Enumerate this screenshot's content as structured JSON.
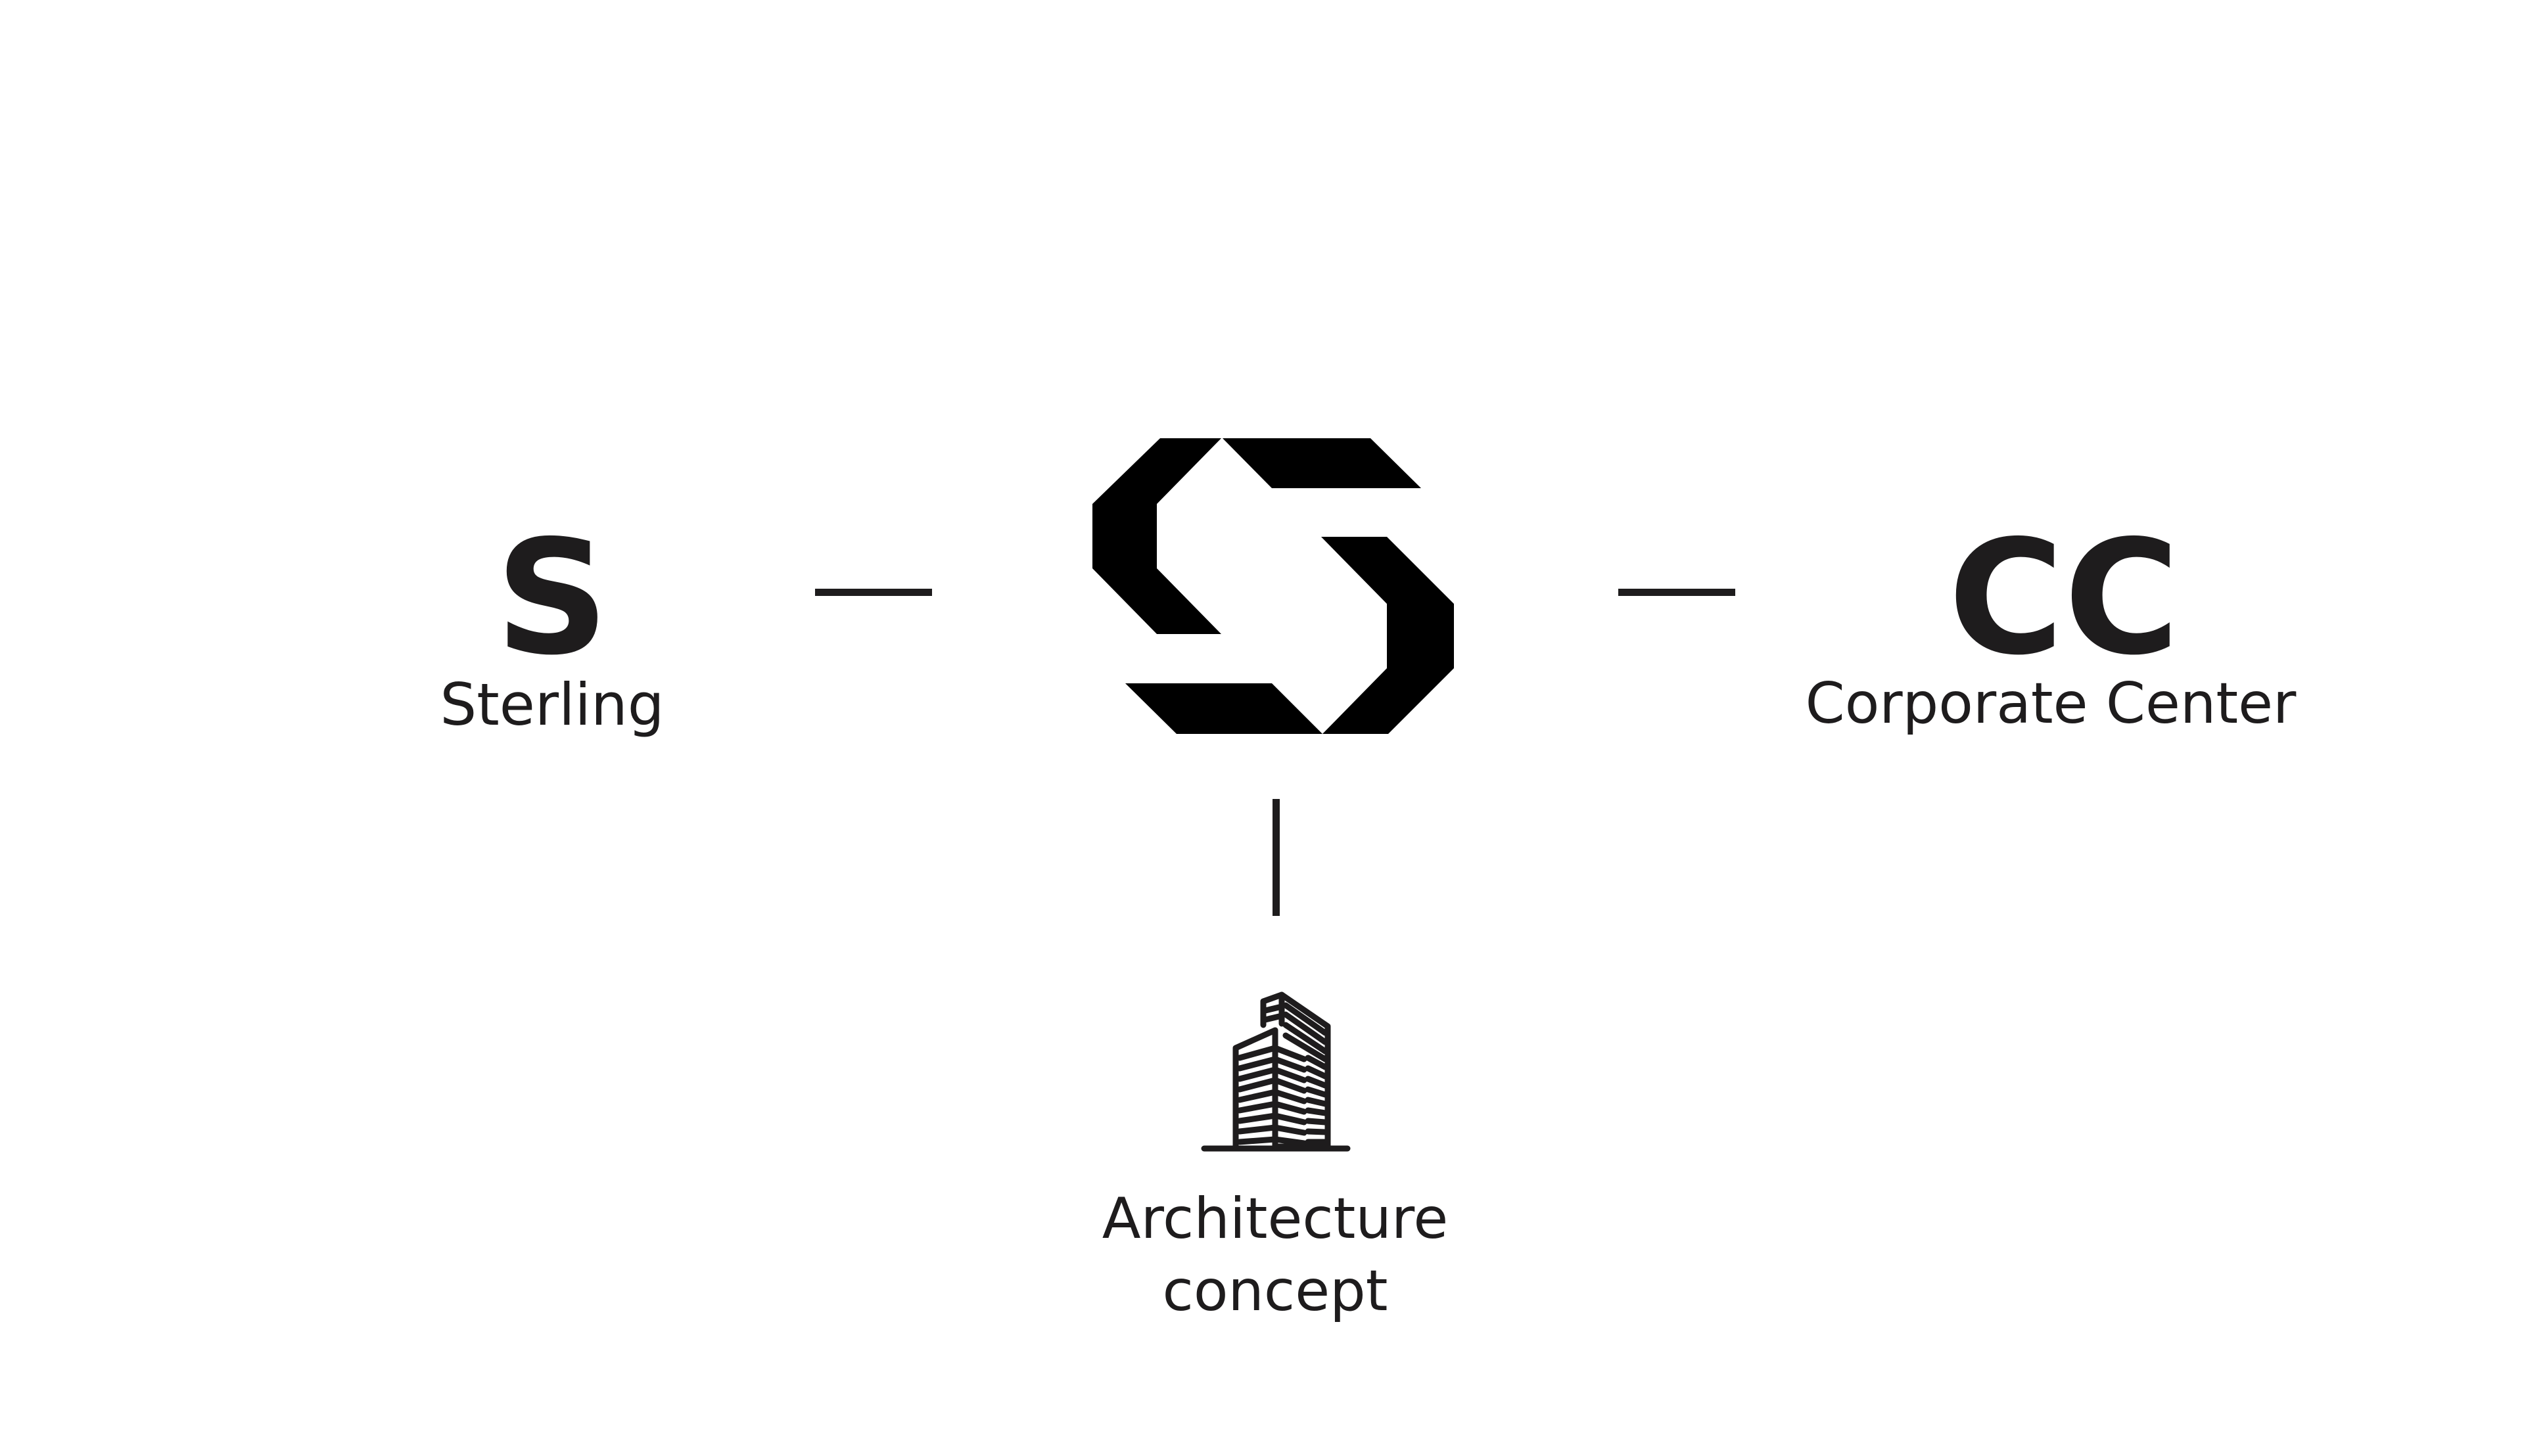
{
  "diagram": {
    "left_node": {
      "mark": "S",
      "label": "Sterling"
    },
    "right_node": {
      "mark": "CC",
      "label": "Corporate Center"
    },
    "center_node": {
      "icon": "sterling-s-logo-icon"
    },
    "bottom_node": {
      "icon": "building-icon",
      "label_line1": "Architecture",
      "label_line2": "concept"
    }
  },
  "colors": {
    "ink": "#1e1c1d",
    "logo": "#000000",
    "background": "#ffffff"
  }
}
